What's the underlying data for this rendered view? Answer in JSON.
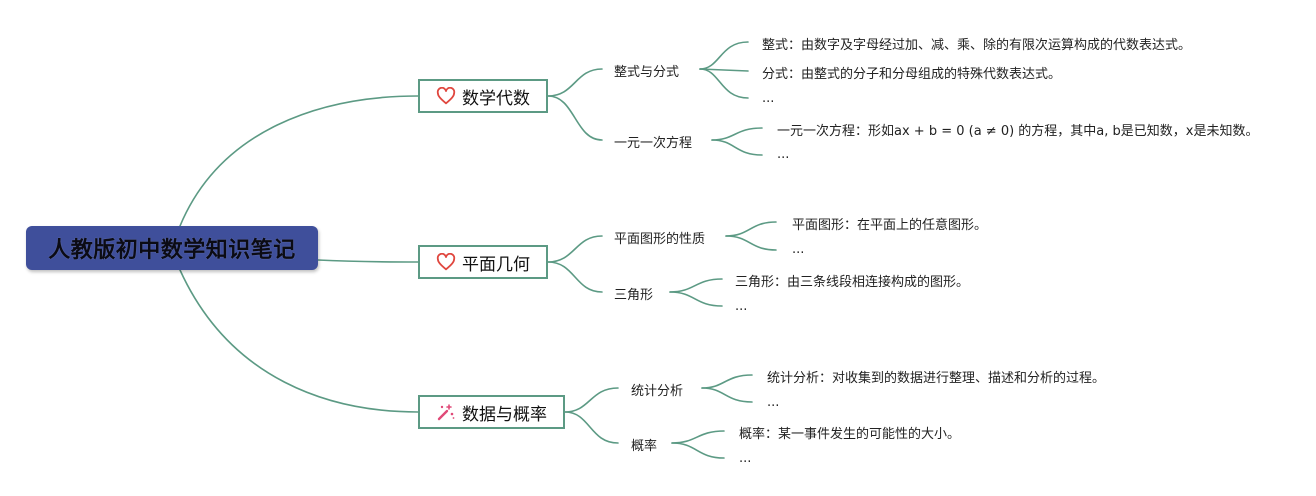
{
  "root": {
    "label": "人教版初中数学知识笔记"
  },
  "branches": [
    {
      "label": "数学代数",
      "icon": "heart-outline-icon",
      "subs": [
        {
          "label": "整式与分式",
          "notes": [
            "整式：由数字及字母经过加、减、乘、除的有限次运算构成的代数表达式。",
            "分式：由整式的分子和分母组成的特殊代数表达式。",
            "..."
          ]
        },
        {
          "label": "一元一次方程",
          "notes": [
            "一元一次方程：形如ax + b = 0 (a ≠ 0) 的方程，其中a, b是已知数，x是未知数。",
            "..."
          ]
        }
      ]
    },
    {
      "label": "平面几何",
      "icon": "heart-outline-icon",
      "subs": [
        {
          "label": "平面图形的性质",
          "notes": [
            "平面图形：在平面上的任意图形。",
            "..."
          ]
        },
        {
          "label": "三角形",
          "notes": [
            "三角形：由三条线段相连接构成的图形。",
            "..."
          ]
        }
      ]
    },
    {
      "label": "数据与概率",
      "icon": "magic-wand-icon",
      "subs": [
        {
          "label": "统计分析",
          "notes": [
            "统计分析：对收集到的数据进行整理、描述和分析的过程。",
            "..."
          ]
        },
        {
          "label": "概率",
          "notes": [
            "概率：某一事件发生的可能性的大小。",
            "..."
          ]
        }
      ]
    }
  ],
  "colors": {
    "connector": "#5c9a84",
    "root_fill": "#3f4f9b",
    "heart_icon": "#e0473f",
    "wand_icon": "#e04a78"
  }
}
